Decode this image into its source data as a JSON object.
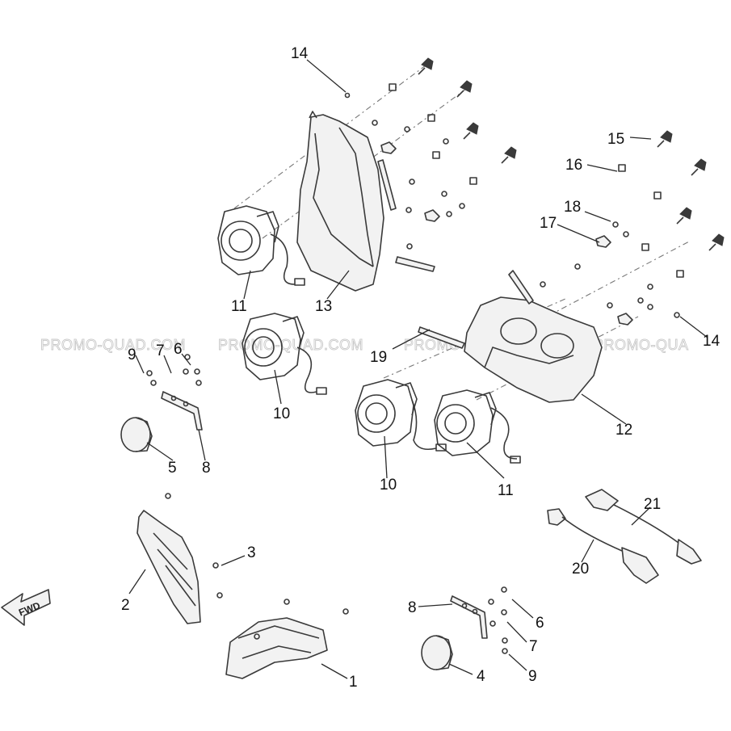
{
  "watermark": [
    "PROMO-QUAD.COM",
    "PROMO-QUAD.COM",
    "PROMO-QUAD.COM",
    "PROMO-QUA"
  ],
  "direction_arrow": {
    "label": "FWD",
    "icon": "fwd-arrow-icon"
  },
  "callouts": [
    "14",
    "15",
    "16",
    "17",
    "18",
    "11",
    "13",
    "14",
    "9",
    "7",
    "6",
    "19",
    "10",
    "12",
    "5",
    "8",
    "10",
    "11",
    "21",
    "3",
    "2",
    "20",
    "8",
    "6",
    "7",
    "1",
    "4",
    "9"
  ]
}
